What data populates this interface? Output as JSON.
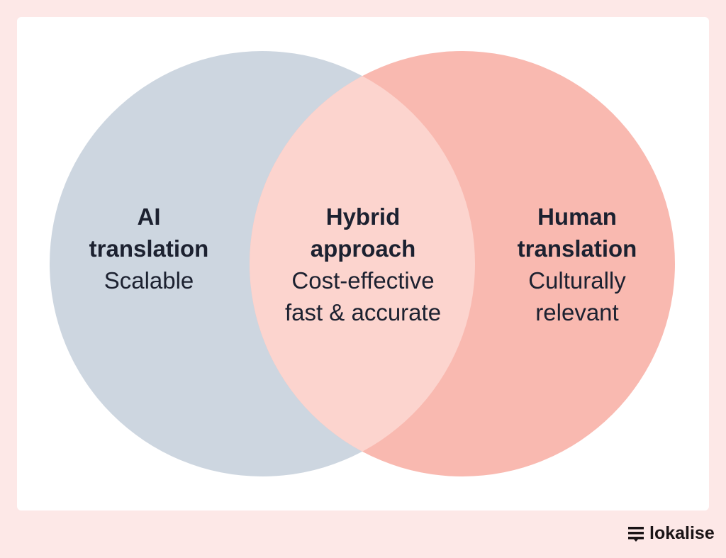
{
  "colors": {
    "ai": "#cdd6e0",
    "human": "#f9b9b0",
    "overlap": "#fcd4ce",
    "text": "#1c2130",
    "background": "#fde8e7"
  },
  "ai": {
    "title_line1": "AI",
    "title_line2": "translation",
    "desc": "Scalable"
  },
  "hybrid": {
    "title_line1": "Hybrid",
    "title_line2": "approach",
    "desc_line1": "Cost-effective",
    "desc_line2": "fast & accurate"
  },
  "human": {
    "title_line1": "Human",
    "title_line2": "translation",
    "desc_line1": "Culturally",
    "desc_line2": "relevant"
  },
  "brand": {
    "name": "lokalise"
  }
}
